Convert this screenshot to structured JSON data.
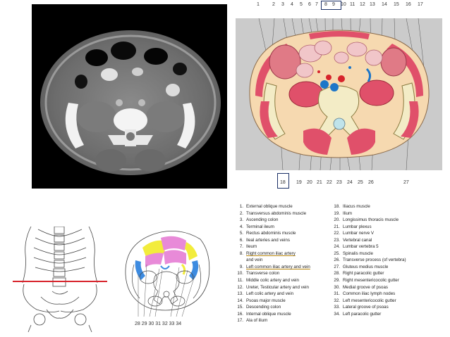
{
  "top_numbers": [
    "1",
    "2",
    "3",
    "4",
    "5",
    "6",
    "7",
    "8",
    "9",
    "10",
    "11",
    "12",
    "13",
    "14",
    "15",
    "16",
    "17"
  ],
  "bottom_numbers": [
    "18",
    "19",
    "20",
    "21",
    "22",
    "23",
    "24",
    "25",
    "26",
    "27"
  ],
  "sketch_numbers": "28 29 30 31   32 33 34",
  "legend_left": [
    {
      "n": "1.",
      "t": "External oblique muscle"
    },
    {
      "n": "2.",
      "t": "Transversus abdominis muscle"
    },
    {
      "n": "3.",
      "t": "Ascending colon"
    },
    {
      "n": "4.",
      "t": "Terminal ileum"
    },
    {
      "n": "5.",
      "t": "Rectus abdominis muscle"
    },
    {
      "n": "6.",
      "t": "Ileal arteries and veins"
    },
    {
      "n": "7.",
      "t": "Ileum"
    },
    {
      "n": "8.",
      "t": "Right common iliac artery"
    },
    {
      "n": "",
      "t": "and vein"
    },
    {
      "n": "9.",
      "t": "Left common iliac artery and vein"
    },
    {
      "n": "10.",
      "t": "Transverse colon"
    },
    {
      "n": "11.",
      "t": "Middle colic artery and vein"
    },
    {
      "n": "12.",
      "t": "Ureter, Testicular artery and vein"
    },
    {
      "n": "13.",
      "t": "Left colic artery and vein"
    },
    {
      "n": "14.",
      "t": "Psoas major muscle"
    },
    {
      "n": "15.",
      "t": "Descending colon"
    },
    {
      "n": "16.",
      "t": "Internal oblique muscle"
    },
    {
      "n": "17.",
      "t": "Ala of ilium"
    }
  ],
  "legend_right": [
    {
      "n": "18.",
      "t": "Iliacus muscle"
    },
    {
      "n": "19.",
      "t": "Ilium"
    },
    {
      "n": "20.",
      "t": "Longissimus thoracis muscle"
    },
    {
      "n": "21.",
      "t": "Lumbar plexus"
    },
    {
      "n": "22.",
      "t": "Lumbar nerve V"
    },
    {
      "n": "23.",
      "t": "Vertebral canal"
    },
    {
      "n": "24.",
      "t": "Lumbar vertebra 5"
    },
    {
      "n": "25.",
      "t": "Spinalis muscle"
    },
    {
      "n": "26.",
      "t": "Transverse process (of vertebra)"
    },
    {
      "n": "27.",
      "t": "Gluteus medius muscle"
    },
    {
      "n": "28.",
      "t": "Right paracolic gutter"
    },
    {
      "n": "29.",
      "t": "Right mesentericocolic gutter"
    },
    {
      "n": "30.",
      "t": "Medial groove of psoas"
    },
    {
      "n": "31.",
      "t": "Common iliac lymph nodes"
    },
    {
      "n": "32.",
      "t": "Left mesentericocolic gutter"
    },
    {
      "n": "33.",
      "t": "Lateral groove of psoas"
    },
    {
      "n": "34.",
      "t": "Left paracolic gutter"
    }
  ],
  "colors": {
    "muscle": "#e0506a",
    "muscle_light": "#f2b3a8",
    "bone": "#f3ecc6",
    "fat": "#f6d9b0",
    "bowel": "#f1c6c9",
    "artery": "#d7232b",
    "vein": "#1d76c8",
    "highlight_box": "#1a2f66",
    "sketch_yellow": "#f2ec3c",
    "sketch_pink": "#e88ad8",
    "sketch_blue": "#3d8be0"
  }
}
